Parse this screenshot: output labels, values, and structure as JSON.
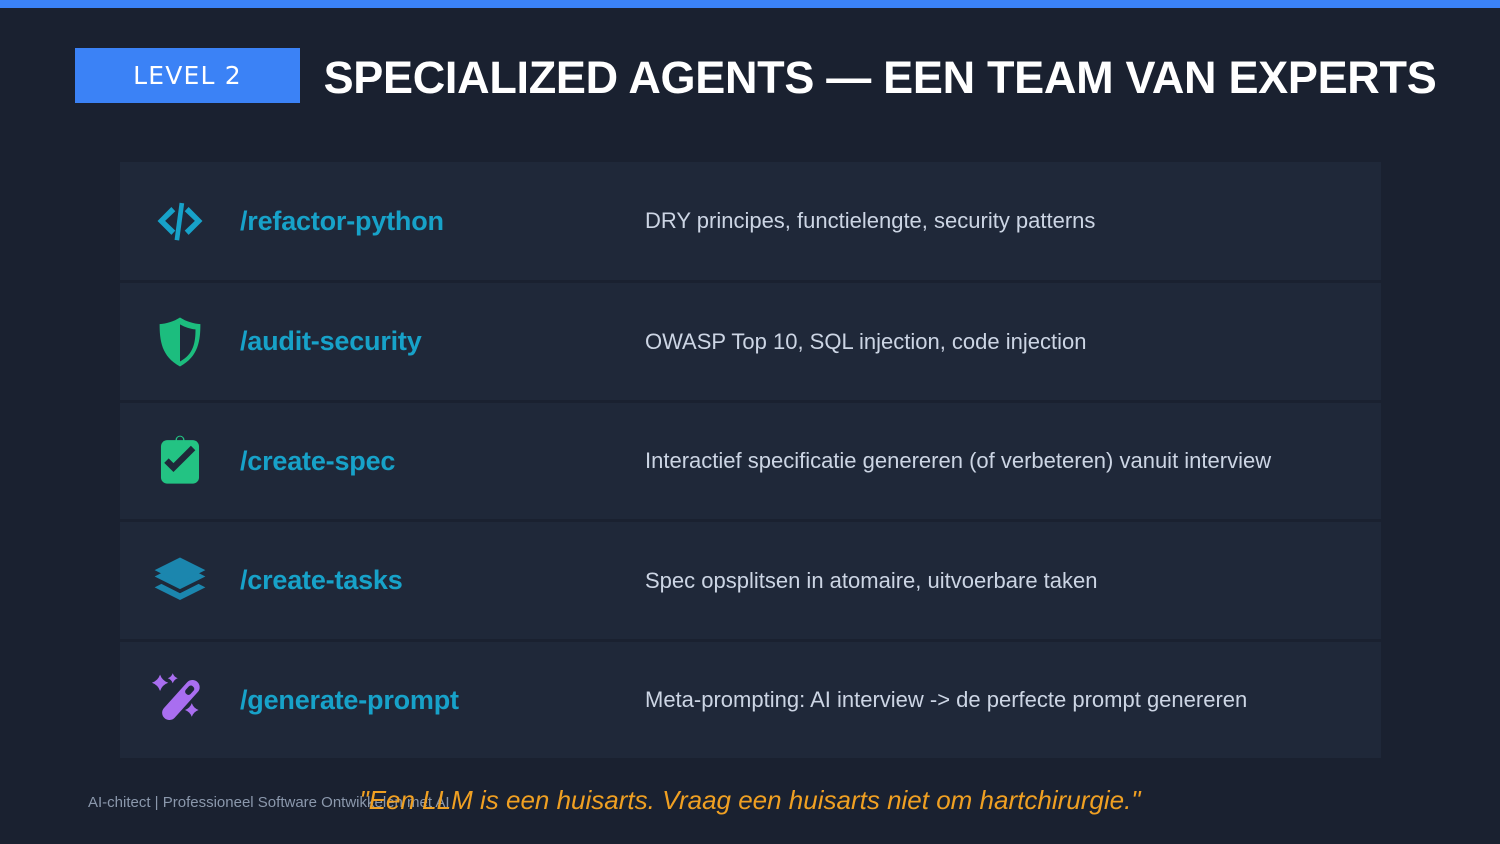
{
  "theme": {
    "background": "#1a2130",
    "row_background": "#1f2839",
    "accent_blue": "#3b82f6",
    "command_cyan": "#17a2c9",
    "description_text": "#ccd5e4",
    "quote_orange": "#f0a022",
    "footer_text": "#8b98ac",
    "title_white": "#ffffff"
  },
  "header": {
    "badge_label": "LEVEL 2",
    "title": "SPECIALIZED AGENTS — EEN TEAM VAN EXPERTS"
  },
  "rows": [
    {
      "icon": "code-brackets-icon",
      "icon_color": "#17a2c9",
      "command": "/refactor-python",
      "description": "DRY principes, functielengte, security patterns"
    },
    {
      "icon": "shield-icon",
      "icon_color": "#1cbd7e",
      "command": "/audit-security",
      "description": "OWASP Top 10, SQL injection, code injection"
    },
    {
      "icon": "clipboard-check-icon",
      "icon_color": "#23c383",
      "command": "/create-spec",
      "description": "Interactief specificatie genereren (of verbeteren) vanuit interview"
    },
    {
      "icon": "layers-icon",
      "icon_color": "#1b86ae",
      "command": "/create-tasks",
      "description": "Spec opsplitsen in atomaire, uitvoerbare taken"
    },
    {
      "icon": "magic-wand-icon",
      "icon_color": "#a96ef0",
      "command": "/generate-prompt",
      "description": "Meta-prompting: AI interview -> de perfecte prompt genereren"
    }
  ],
  "footer": {
    "brand": "AI-chitect  |  Professioneel Software Ontwikkelen met AI",
    "quote": "\"Een LLM is een huisarts. Vraag een huisarts niet om hartchirurgie.\""
  }
}
